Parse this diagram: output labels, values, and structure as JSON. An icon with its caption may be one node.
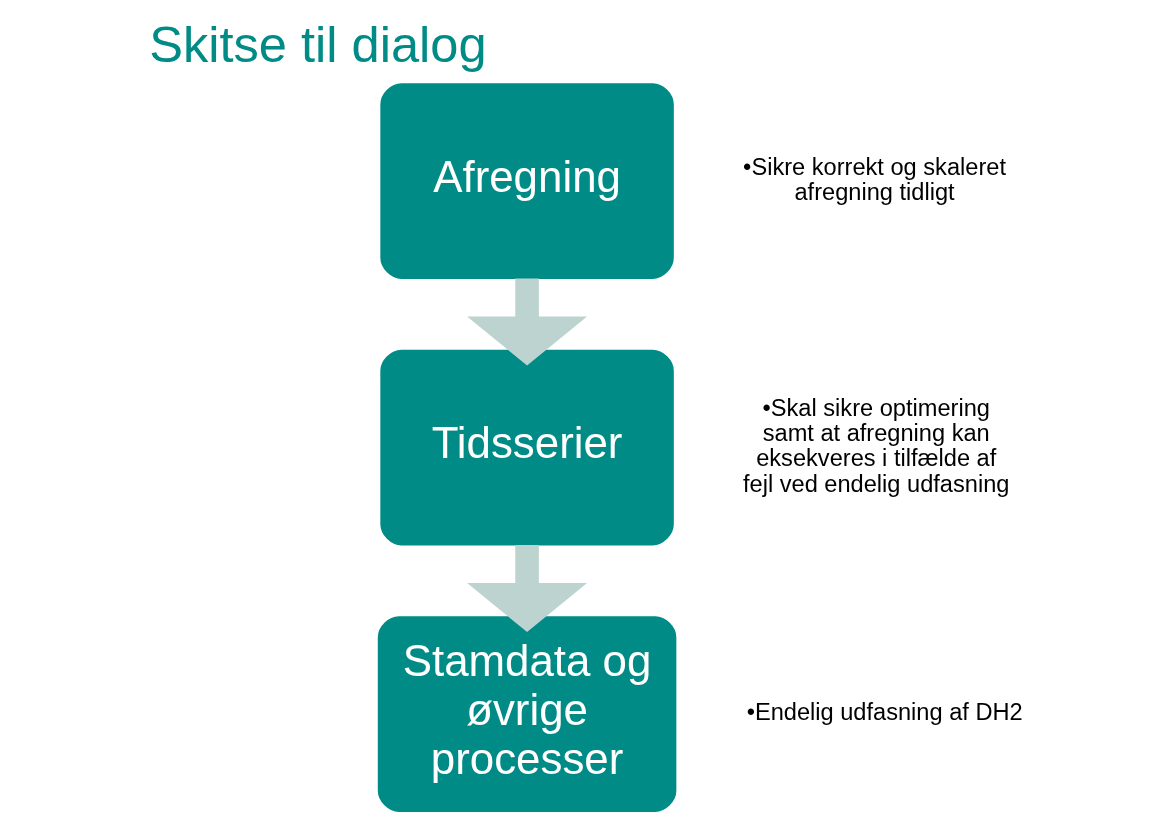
{
  "diagram": {
    "title": "Skitse til dialog",
    "nodes": [
      {
        "text": [
          "Afregning"
        ],
        "beside": [
          "•Sikre korrekt og skaleret afregning tidligt"
        ]
      },
      {
        "text": [
          "Tidsserier"
        ],
        "beside": [
          "•Skal sikre optimering samt at afregning kan eksekveres i tilfælde af fejl ved endelig udfasning"
        ]
      },
      {
        "text": [
          "Stamdata og øvrige processer"
        ],
        "beside": [
          "•Endelig udfasning af DH2"
        ]
      }
    ],
    "edges": [
      {
        "from": 0,
        "to": 1,
        "arrow": "to"
      },
      {
        "from": 1,
        "to": 2,
        "arrow": "to"
      }
    ]
  }
}
